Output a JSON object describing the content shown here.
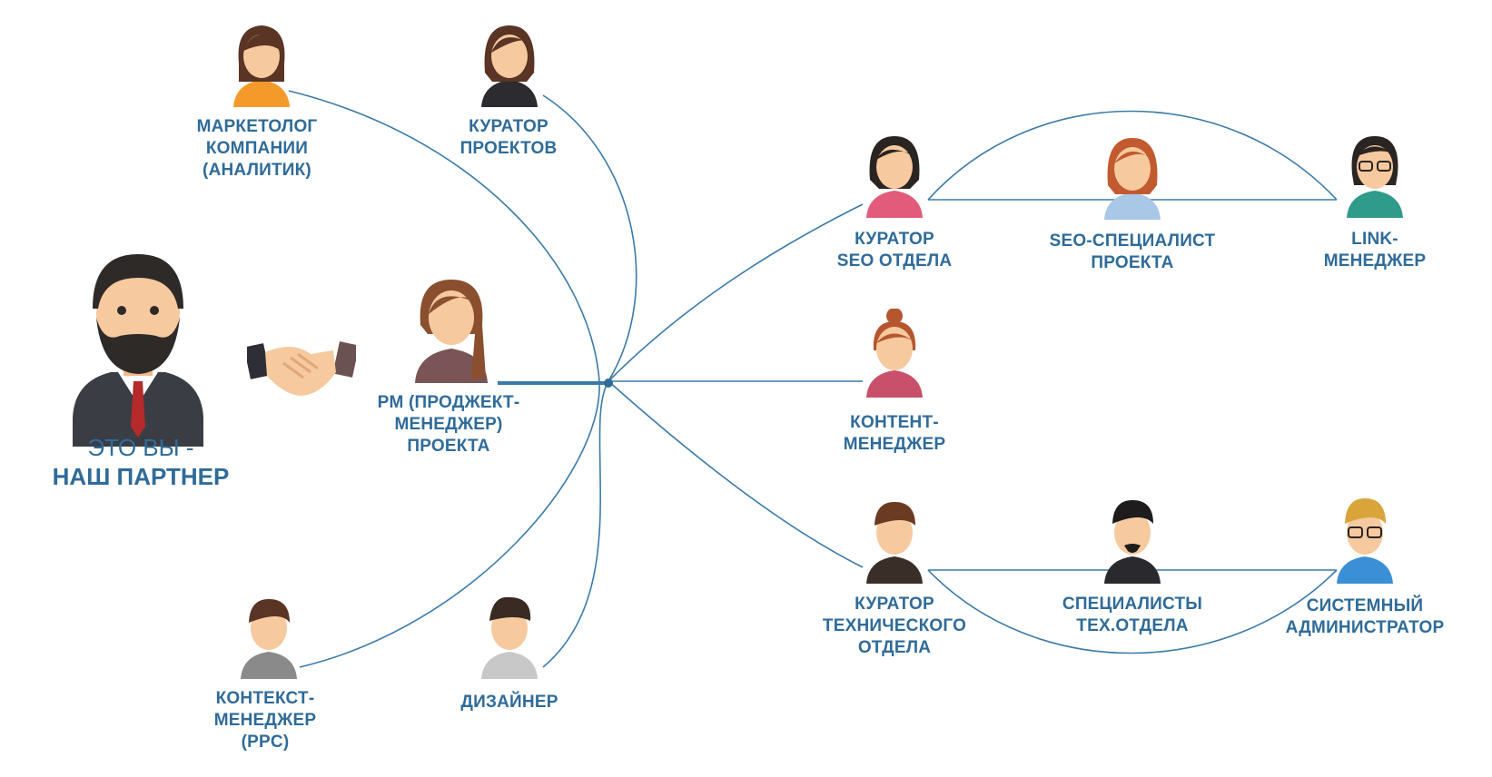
{
  "partner": {
    "line1": "ЭТО ВЫ -",
    "line2": "НАШ ПАРТНЕР"
  },
  "roles": {
    "marketer": [
      "МАРКЕТОЛОГ",
      "КОМПАНИИ",
      "(АНАЛИТИК)"
    ],
    "curator": [
      "КУРАТОР",
      "ПРОЕКТОВ"
    ],
    "pm": [
      "PM (ПРОДЖЕКТ-",
      "МЕНЕДЖЕР)",
      "ПРОЕКТА"
    ],
    "context": [
      "КОНТЕКСТ-",
      "МЕНЕДЖЕР",
      "(PPC)"
    ],
    "designer": [
      "ДИЗАЙНЕР"
    ],
    "seo_curator": [
      "КУРАТОР",
      "SEO ОТДЕЛА"
    ],
    "seo_spec": [
      "SEO-СПЕЦИАЛИСТ",
      "ПРОЕКТА"
    ],
    "link": [
      "LINK-",
      "МЕНЕДЖЕР"
    ],
    "content": [
      "КОНТЕНТ-",
      "МЕНЕДЖЕР"
    ],
    "tech_curator": [
      "КУРАТОР",
      "ТЕХНИЧЕСКОГО",
      "ОТДЕЛА"
    ],
    "tech_spec": [
      "СПЕЦИАЛИСТЫ",
      "ТЕХ.ОТДЕЛА"
    ],
    "sysadmin": [
      "СИСТЕМНЫЙ",
      "АДМИНИСТРАТОР"
    ]
  },
  "colors": {
    "text": "#2f6b99",
    "line": "#3b7aa8",
    "skin": "#f6c99e"
  },
  "icons": [
    "handshake-icon",
    "person-icon"
  ]
}
